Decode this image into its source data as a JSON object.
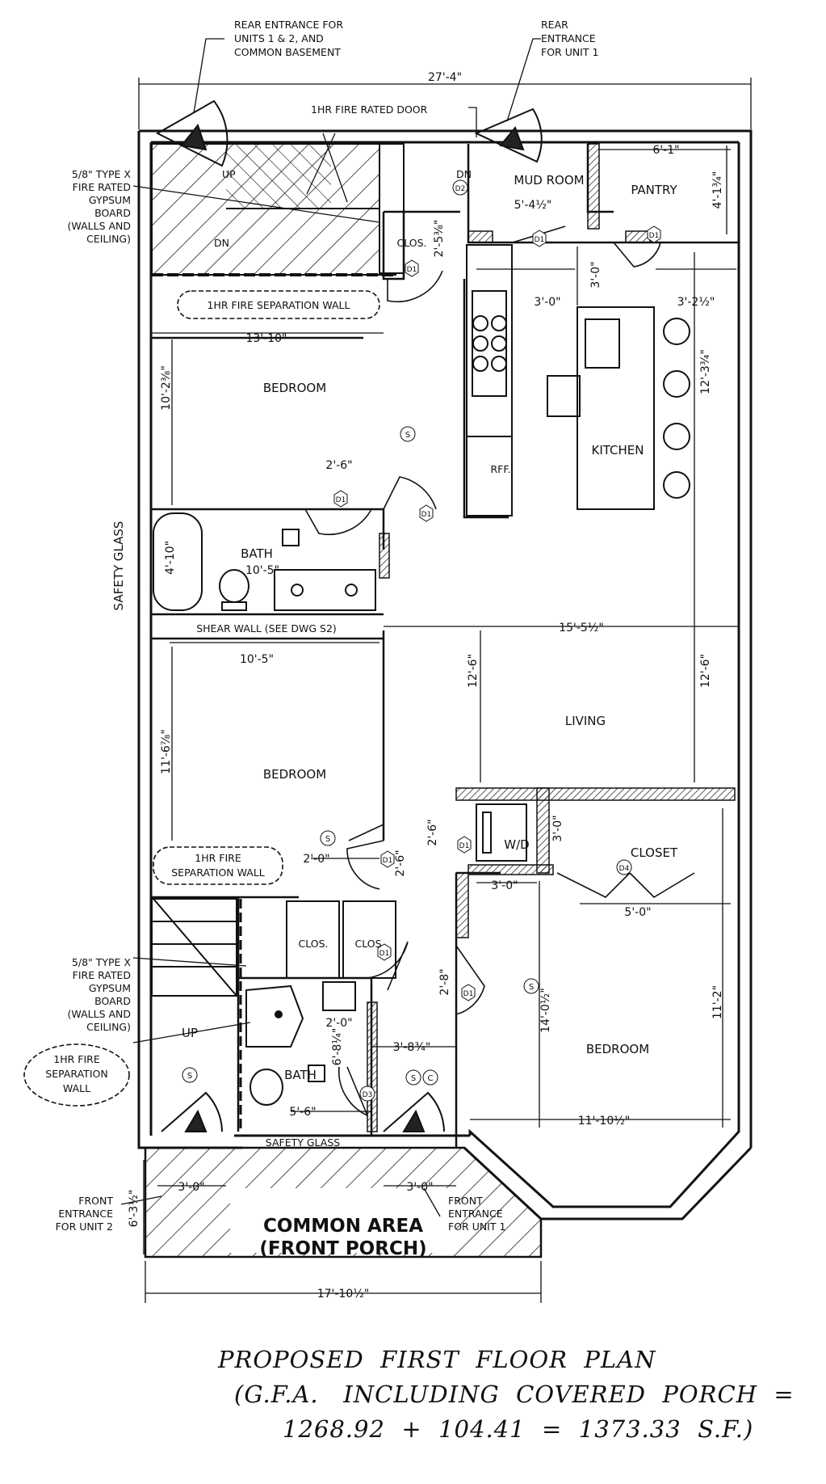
{
  "notes": {
    "rear_entrance_units": [
      "REAR ENTRANCE FOR",
      "UNITS 1 & 2, AND",
      "COMMON BASEMENT"
    ],
    "rear_entrance_unit1": [
      "REAR",
      "ENTRANCE",
      "FOR UNIT 1"
    ],
    "fire_door": "1HR FIRE RATED DOOR",
    "gypsum_top": [
      "5/8\" TYPE X",
      "FIRE RATED",
      "GYPSUM",
      "BOARD",
      "(WALLS AND",
      "CEILING)"
    ],
    "gypsum_bottom": [
      "5/8\" TYPE X",
      "FIRE RATED",
      "GYPSUM",
      "BOARD",
      "(WALLS AND",
      "CEILING)"
    ],
    "fire_wall_top": "1HR FIRE SEPARATION WALL",
    "fire_wall_mid": [
      "1HR FIRE",
      "SEPARATION WALL"
    ],
    "fire_wall_left": [
      "1HR FIRE",
      "SEPARATION",
      "WALL"
    ],
    "safety_glass_side": "SAFETY GLASS",
    "safety_glass_front": "SAFETY GLASS",
    "shear_wall": "SHEAR WALL (SEE DWG S2)",
    "front_entrance_unit2": [
      "FRONT",
      "ENTRANCE",
      "FOR UNIT 2"
    ],
    "front_entrance_unit1": [
      "FRONT",
      "ENTRANCE",
      "FOR UNIT 1"
    ]
  },
  "rooms": {
    "mud_room": "MUD ROOM",
    "pantry": "PANTRY",
    "clos_top": "CLOS.",
    "bedroom_1": "BEDROOM",
    "kitchen": "KITCHEN",
    "bath_1": "BATH",
    "refrigerator": "RFF.",
    "living": "LIVING",
    "bedroom_2": "BEDROOM",
    "washer_dryer": "W/D",
    "closet": "CLOSET",
    "clos_a": "CLOS.",
    "clos_b": "CLOS.",
    "bath_2": "BATH",
    "up_top": "UP",
    "dn_top": "DN",
    "dn_right": "DN",
    "up_bottom": "UP",
    "bedroom_3": "BEDROOM",
    "porch": [
      "COMMON AREA",
      "(FRONT PORCH)"
    ]
  },
  "dimensions": {
    "overall_width": "27'-4\"",
    "porch_width": "17'-10½\"",
    "mud_room": "5'-4½\"",
    "pantry_w": "6'-1\"",
    "pantry_h": "4'-1¾\"",
    "clos_top": "2'-5⅜\"",
    "kitchen_gap": "3'-0\"",
    "kitchen_aisle": "3'-2½\"",
    "kitchen_v": "3'-0\"",
    "kitchen_h": "12'-3¾\"",
    "bedroom1_w": "13'-10\"",
    "bedroom1_h": "10'-2⅜\"",
    "door_bed1": "2'-6\"",
    "bath1_w": "10'-5\"",
    "tub": "4'-10\"",
    "living_w": "15'-5½\"",
    "living_h_left": "12'-6\"",
    "living_h_right": "12'-6\"",
    "bedroom2_w": "10'-5\"",
    "bedroom2_h": "11'-6⅞\"",
    "door_bed2": "2'-0\"",
    "door_hall": "2'-6\"",
    "wd": "2'-6\"",
    "closet_h": "3'-0\"",
    "closet_w": "5'-0\"",
    "wd_w": "3'-0\"",
    "hall_door": "2'-8\"",
    "bath2_v": "6'-8¼\"",
    "bath2_w": "5'-6\"",
    "sink2": "2'-0\"",
    "hall_w": "3'-8¾\"",
    "bedroom3_h_left": "14'-0½\"",
    "bedroom3_h_right": "11'-2\"",
    "bedroom3_w": "11'-10½\"",
    "entry2_door": "3'-0\"",
    "entry1_door": "3'-0\"",
    "porch_depth": "6'-3½\""
  },
  "tags": {
    "door": "D1",
    "door2": "D2",
    "door3": "D3",
    "door4": "D4",
    "smoke": "S",
    "co": "C"
  },
  "caption": {
    "line1": "PROPOSED  FIRST  FLOOR  PLAN",
    "line2": "(G.F.A.   INCLUDING  COVERED  PORCH  =",
    "line3": "1268.92  +  104.41  =  1373.33  S.F.)"
  }
}
